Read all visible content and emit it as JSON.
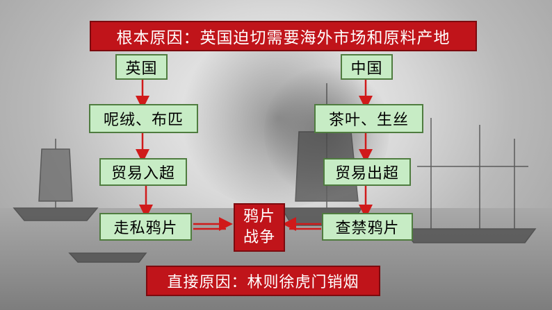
{
  "root_cause": "根本原因：英国迫切需要海外市场和原料产地",
  "direct_cause": "直接原因：林则徐虎门销烟",
  "left_column": {
    "country": "英国",
    "goods": "呢绒、布匹",
    "trade": "贸易入超",
    "action": "走私鸦片"
  },
  "right_column": {
    "country": "中国",
    "goods": "茶叶、生丝",
    "trade": "贸易出超",
    "action": "查禁鸦片"
  },
  "result": {
    "line1": "鸦片",
    "line2": "战争"
  },
  "colors": {
    "red_box": "#c0141a",
    "green_box": "#c7ecc5",
    "arrow": "#d01a1a"
  }
}
